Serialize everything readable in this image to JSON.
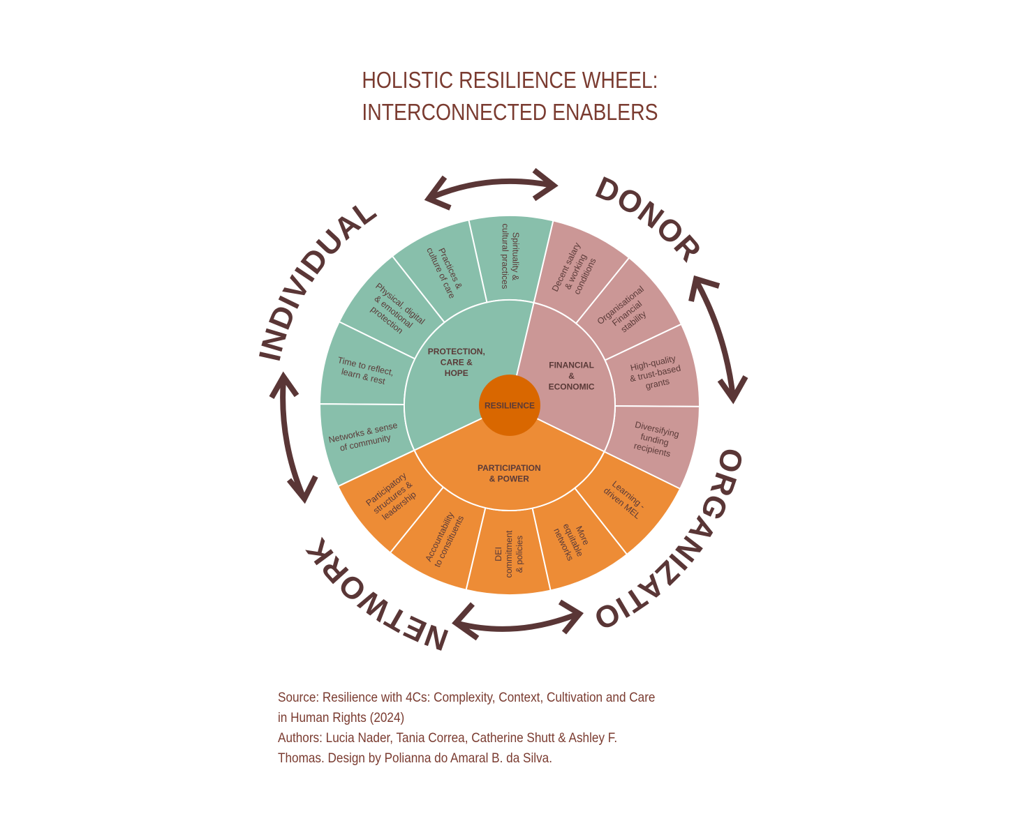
{
  "title": {
    "line1": "HOLISTIC RESILIENCE WHEEL:",
    "line2": "INTERCONNECTED ENABLERS"
  },
  "colors": {
    "text_title": "#7a3b30",
    "text_dark": "#5a3a38",
    "outer_label": "#5a3636",
    "green": "#88bfab",
    "pink": "#cb9796",
    "orange": "#ed8c36",
    "center": "#d96700",
    "divider": "#ffffff"
  },
  "center": {
    "label": "RESILIENCE"
  },
  "categories": [
    {
      "id": "protection",
      "lines": [
        "PROTECTION,",
        "CARE &",
        "HOPE"
      ],
      "color_key": "green"
    },
    {
      "id": "financial",
      "lines": [
        "FINANCIAL",
        "&",
        "ECONOMIC"
      ],
      "color_key": "pink"
    },
    {
      "id": "participation",
      "lines": [
        "PARTICIPATION",
        "& POWER"
      ],
      "color_key": "orange"
    }
  ],
  "segments": [
    {
      "category": "financial",
      "lines": [
        "High-quality",
        "& trust-based",
        "grants"
      ]
    },
    {
      "category": "financial",
      "lines": [
        "Organisational",
        "Financial",
        "stability"
      ]
    },
    {
      "category": "financial",
      "lines": [
        "Decent salary",
        "& working",
        "conditions"
      ]
    },
    {
      "category": "protection",
      "lines": [
        "Spirituality &",
        "cultural practices"
      ]
    },
    {
      "category": "protection",
      "lines": [
        "Practices &",
        "culture of care"
      ]
    },
    {
      "category": "protection",
      "lines": [
        "Physical, digital",
        "& emotional",
        "protection"
      ]
    },
    {
      "category": "protection",
      "lines": [
        "Time to reflect,",
        "learn & rest"
      ]
    },
    {
      "category": "protection",
      "lines": [
        "Networks & sense",
        "of community"
      ]
    },
    {
      "category": "participation",
      "lines": [
        "Participatory",
        "structures &",
        "leadership"
      ]
    },
    {
      "category": "participation",
      "lines": [
        "Accountability",
        "to constituents"
      ]
    },
    {
      "category": "participation",
      "lines": [
        "DEI",
        "commitment",
        "& policies"
      ]
    },
    {
      "category": "participation",
      "lines": [
        "More",
        "equitable",
        "networks"
      ]
    },
    {
      "category": "participation",
      "lines": [
        "Learning -",
        "driven MEL"
      ]
    },
    {
      "category": "financial",
      "lines": [
        "Diversifying",
        "funding",
        "recipients"
      ]
    }
  ],
  "outer_labels": {
    "individual": "INDIVIDUAL",
    "donor": "DONOR",
    "organization": "ORGANIZATION",
    "network": "NETWORK"
  },
  "arrows": [
    {
      "name": "individual-donor",
      "icon": "double-headed-arrow"
    },
    {
      "name": "donor-organization",
      "icon": "double-headed-arrow"
    },
    {
      "name": "organization-network",
      "icon": "double-headed-arrow"
    },
    {
      "name": "network-individual",
      "icon": "double-headed-arrow"
    }
  ],
  "source": {
    "line1": "Source: Resilience with 4Cs: Complexity, Context, Cultivation and Care",
    "line2": "in Human Rights (2024)",
    "line3": "Authors: Lucia Nader, Tania Correa, Catherine Shutt & Ashley F.",
    "line4": "Thomas. Design by Polianna do Amaral B. da Silva."
  }
}
